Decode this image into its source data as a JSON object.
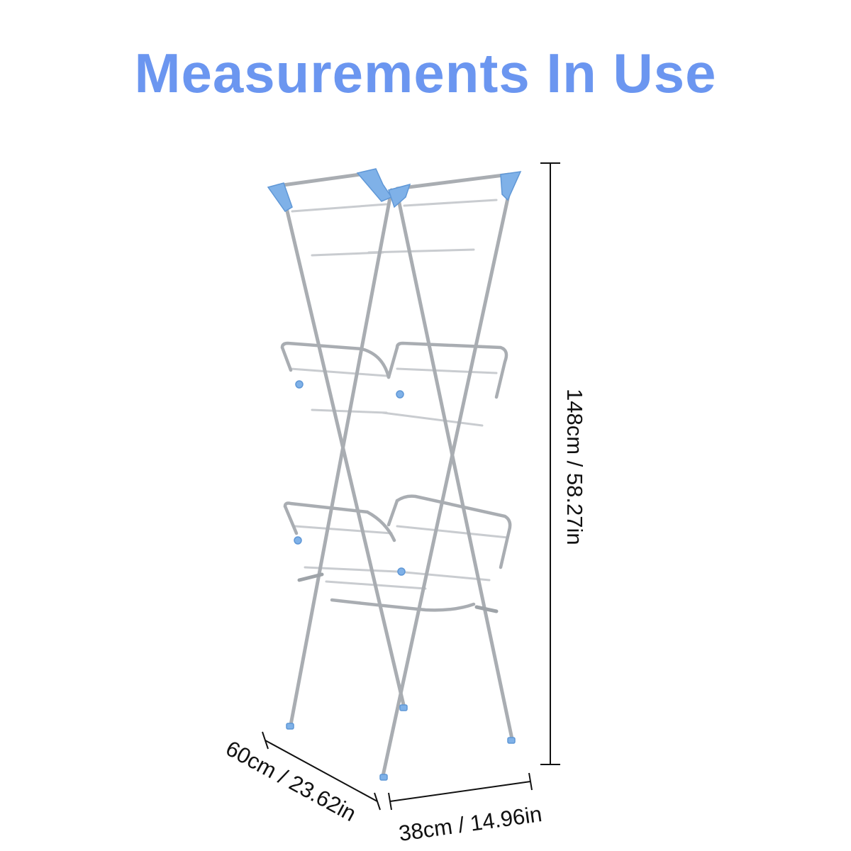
{
  "title": "Measurements In Use",
  "colors": {
    "title": "#6b96f0",
    "accent_caps": "#7fb1e8",
    "frame": "#a9adb2",
    "frame_light": "#d6d9dc",
    "dimension_line": "#111111"
  },
  "dimensions": {
    "height": "148cm / 58.27in",
    "depth": "60cm / 23.62in",
    "width": "38cm / 14.96in"
  }
}
